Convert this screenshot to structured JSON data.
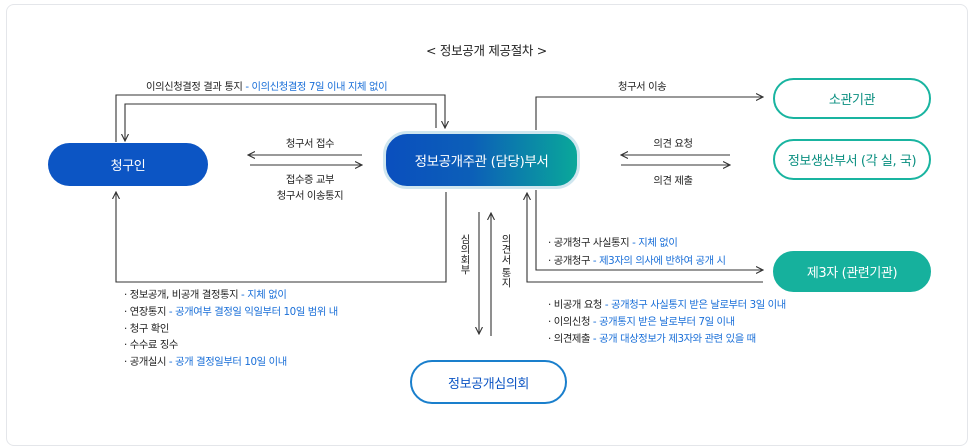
{
  "title": "< 정보공개 제공절차 >",
  "nodes": {
    "requester": "청구인",
    "main": "정보공개주관 (담당)부서",
    "jurisdiction": "소관기관",
    "producer": "정보생산부서 (각 실, 국)",
    "third_party": "제3자 (관련기관)",
    "committee": "정보공개심의회"
  },
  "labels": {
    "objection_notice": {
      "text": "이의신청결정 결과 통지",
      "sep": " - ",
      "note": "이의신청결정 7일 이내 지체 없이"
    },
    "transfer": "청구서 이송",
    "receipt": "청구서 접수",
    "receipt_delivery_1": "접수증 교부",
    "receipt_delivery_2": "청구서 이송통지",
    "opinion_request": "의견 요청",
    "opinion_submit": "의견 제출",
    "deliberation": "심의회부",
    "opinion_notice": "의견서 통지"
  },
  "third_party_notes": [
    {
      "text": "· 공개청구 사실통지",
      "note": "지체 없이"
    },
    {
      "text": "· 공개청구",
      "note": "제3자의 의사에 반하여 공개 시"
    }
  ],
  "third_party_replies": [
    {
      "text": "· 비공개 요청",
      "note": "공개청구 사실통지 받은 날로부터 3일 이내"
    },
    {
      "text": "· 이의신청",
      "note": "공개통지 받은 날로부터 7일 이내"
    },
    {
      "text": "· 의견제출",
      "note": "공개 대상정보가 제3자와 관련 있을 때"
    }
  ],
  "requester_notes": [
    {
      "text": "· 정보공개, 비공개 결정통지",
      "note": "지체 없이"
    },
    {
      "text": "· 연장통지",
      "note": "공개여부 결정일 익일부터 10일 범위 내"
    },
    {
      "text": "· 청구 확인",
      "note": ""
    },
    {
      "text": "· 수수료 징수",
      "note": ""
    },
    {
      "text": "· 공개실시",
      "note": "공개 결정일부터 10일 이내"
    }
  ],
  "colors": {
    "primary": "#0c55c4",
    "teal": "#16b19d",
    "note": "#1a6fd8"
  }
}
